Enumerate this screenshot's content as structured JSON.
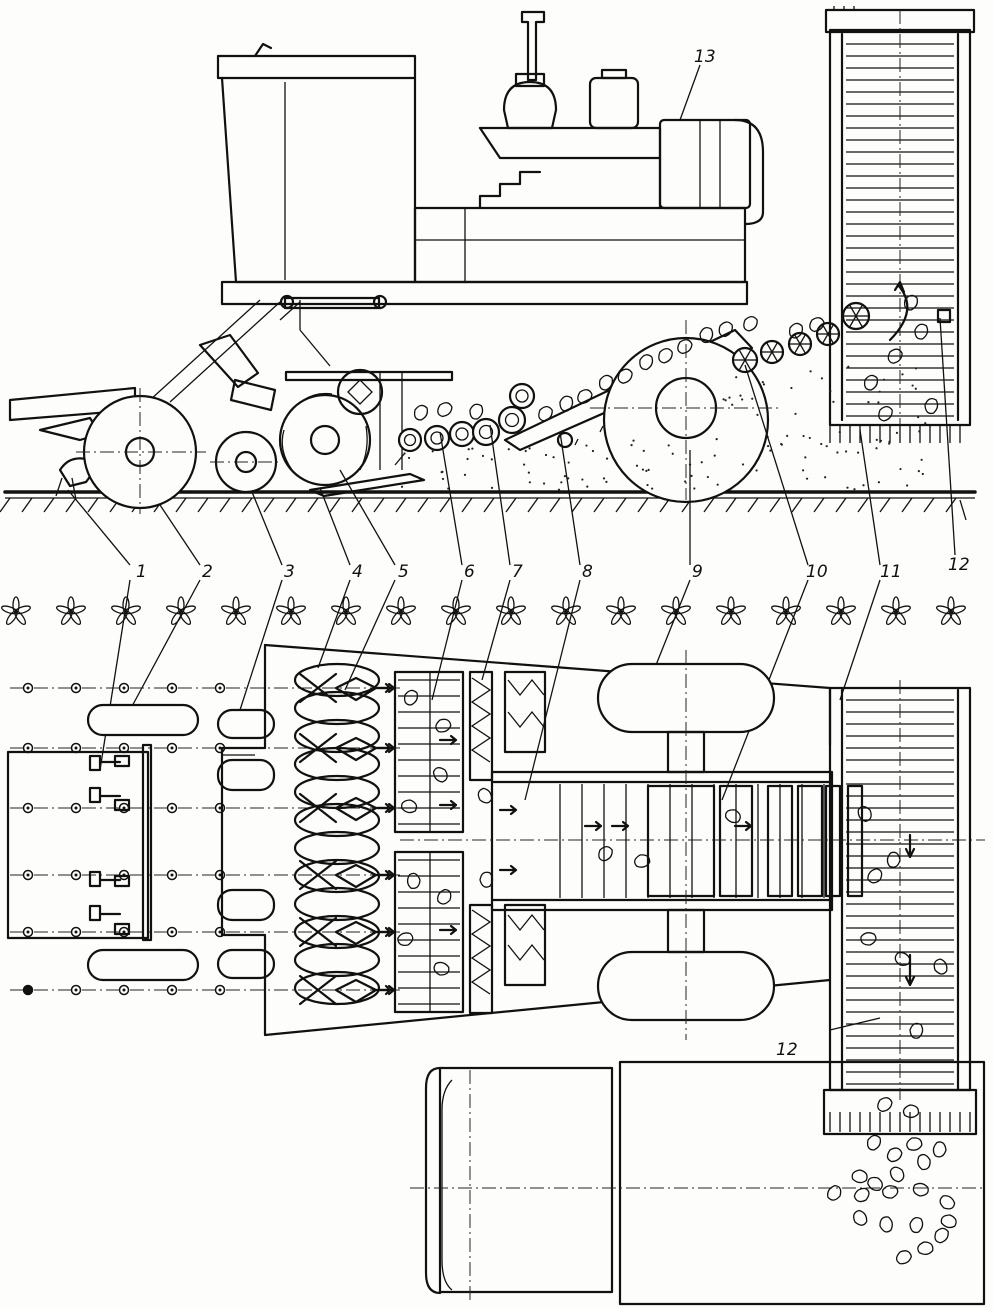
{
  "labels": {
    "l1": "1",
    "l2": "2",
    "l3": "3",
    "l4": "4",
    "l5": "5",
    "l6": "6",
    "l7": "7",
    "l8": "8",
    "l9": "9",
    "l10": "10",
    "l11": "11",
    "l12": "12",
    "l12b": "12",
    "l13": "13"
  }
}
